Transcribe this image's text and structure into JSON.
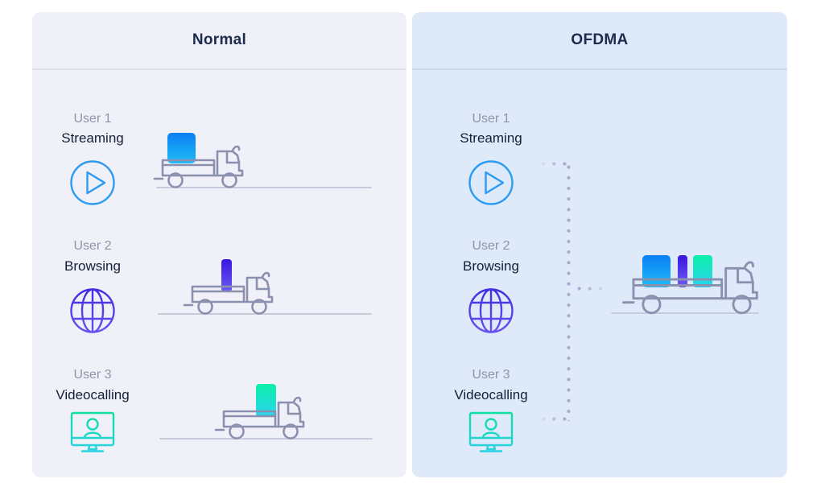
{
  "panels": {
    "normal": {
      "title": "Normal",
      "users": [
        {
          "name": "User 1",
          "activity": "Streaming"
        },
        {
          "name": "User 2",
          "activity": "Browsing"
        },
        {
          "name": "User 3",
          "activity": "Videocalling"
        }
      ]
    },
    "ofdma": {
      "title": "OFDMA",
      "users": [
        {
          "name": "User 1",
          "activity": "Streaming"
        },
        {
          "name": "User 2",
          "activity": "Browsing"
        },
        {
          "name": "User 3",
          "activity": "Videocalling"
        }
      ]
    }
  },
  "colors": {
    "normal_panel_bg": "#f0f1f8",
    "ofdma_panel_bg": "#deeafa",
    "normal_divider": "#e0e0ee",
    "ofdma_divider": "#ccdcf0",
    "header_text": "#1d2c4d",
    "user_name_text": "#8f94aa",
    "activity_text": "#141f38",
    "truck_outline": "#8a90ae",
    "road_line": "#c9cada",
    "dotted_line": "#a6accd",
    "stream_cargo_top": "#0b7ff2",
    "stream_cargo_bottom": "#1fbcf8",
    "browse_cargo_top": "#3a16e0",
    "browse_cargo_bottom": "#6e5cf2",
    "video_cargo_top": "#0cefa9",
    "video_cargo_bottom": "#2ad4ef",
    "play_icon_stroke": "#2e9bf3",
    "globe_icon_top": "#3f2be2",
    "globe_icon_bottom": "#6a52f0",
    "video_icon_top": "#0de0a0",
    "video_icon_bottom": "#2cd0e8"
  }
}
